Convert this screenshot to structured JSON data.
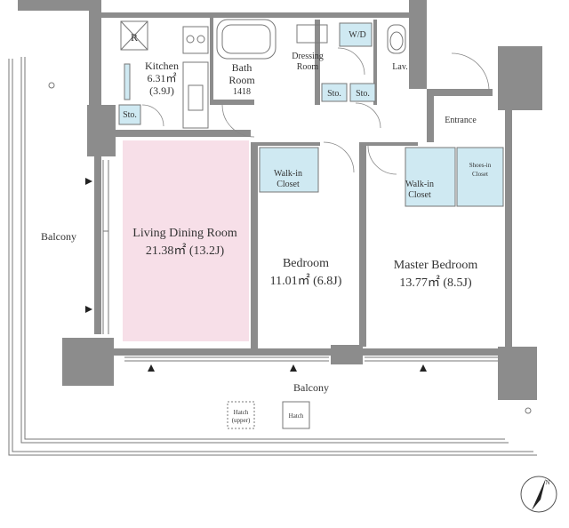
{
  "rooms": {
    "living": {
      "name": "Living Dining Room",
      "area": "21.38㎡ (13.2J)"
    },
    "bedroom": {
      "name": "Bedroom",
      "area": "11.01㎡ (6.8J)"
    },
    "master": {
      "name": "Master Bedroom",
      "area": "13.77㎡ (8.5J)"
    },
    "kitchen": {
      "name": "Kitchen",
      "area": "6.31㎡",
      "tatami": "(3.9J)"
    },
    "bath": {
      "name1": "Bath",
      "name2": "Room",
      "code": "1418"
    },
    "dressing": {
      "name1": "Dressing",
      "name2": "Room"
    },
    "lav": "Lav.",
    "wd": "W/D",
    "entrance": "Entrance",
    "walkin_bed": {
      "l1": "Walk-in",
      "l2": "Closet"
    },
    "walkin_master": {
      "l1": "Walk-in",
      "l2": "Closet"
    },
    "shoes": {
      "l1": "Shoes-in",
      "l2": "Closet"
    },
    "storage_kitchen": "Sto.",
    "storage_a": "Sto.",
    "storage_b": "Sto.",
    "fridge": "R"
  },
  "balcony_left": "Balcony",
  "balcony_bottom": "Balcony",
  "hatch_upper": {
    "l1": "Hatch",
    "l2": "(upper)"
  },
  "hatch": "Hatch",
  "compass": "N",
  "colors": {
    "living_fill": "#f7dfe8",
    "closet_fill": "#cfe9f2",
    "wall": "#8c8c8c",
    "wall_dark": "#777777"
  }
}
